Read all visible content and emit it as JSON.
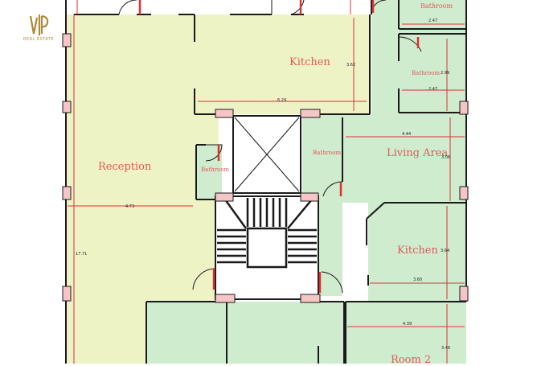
{
  "brand": {
    "sub": "REAL ESTATE"
  },
  "rooms": {
    "bathroom_top_right": "Bathroom",
    "kitchen_top": "Kitchen",
    "bathroom_right_upper": "Bathroom",
    "reception": "Reception",
    "bathroom_small_left": "Bathroom",
    "bathroom_center": "Bathroom",
    "living_area": "Living Area",
    "kitchen_right": "Kitchen",
    "room_2": "Room 2"
  },
  "dimensions": {
    "d_247_top": "2.47",
    "d_362": "3.62",
    "d_299": "2.99",
    "d_247_mid": "2.47",
    "d_629": "6.29",
    "d_444": "4.44",
    "d_306": "3.06",
    "d_473": "4.73",
    "d_1771": "17.71",
    "d_364": "3.64",
    "d_360": "3.60",
    "d_439": "4.39",
    "d_346": "3.46"
  },
  "colors": {
    "yellow_zone": "#eef3c6",
    "green_zone": "#cfeccf",
    "wall": "#1a1a1a",
    "dimension_line": "#e03030",
    "label": "#e05a5a",
    "logo_gold": "#b08a3c"
  }
}
